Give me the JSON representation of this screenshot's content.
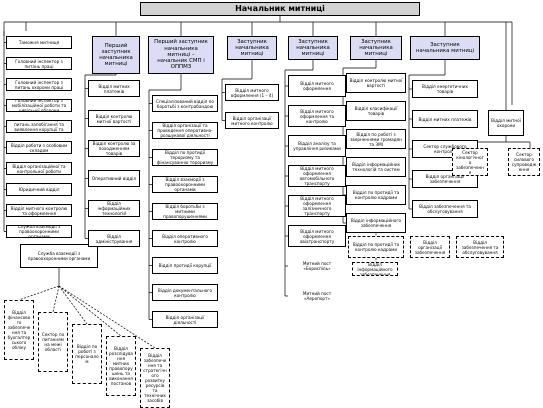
{
  "top": "Начальник митниці",
  "columns": [
    {
      "key": "c0",
      "head": "",
      "items": [
        "Таможня митниця",
        "Головний інспектор з питань праці",
        "Головний інспектор з питань охорони праці",
        "Головний інспектор з мобілізаційної роботи та цивільної оборони",
        "Головний інспектор з питань запобігання та виявлення корупції та фінансового контролю",
        "Відділ роботи з особовим складом",
        "Відділ організаційної та контрольної роботи",
        "Юридичний відділ",
        "Відділ митного контролю та оформлення",
        "Служба взаємодії з правоохоронними органами"
      ],
      "sub": [
        "Відділ фінансового забезпечення та бухгалтерського обліку",
        "Сектор по питанням на межі області",
        "Відділ по роботі з персоналом",
        "Відділ розслідування митних правопорушень та виконання постанов",
        "Відділ забезпечення та стратегічного розвитку ресурсів та технічних засобів"
      ]
    },
    {
      "key": "c1",
      "head": "Перший заступник начальника митниці",
      "items": [
        "Відділ митних платежів",
        "Відділ контролю митної вартості",
        "Відділ контролю за походженням товарів",
        "Оперативний відділ",
        "Відділ інформаційних технологій",
        "Відділ адміністрування"
      ]
    },
    {
      "key": "c2",
      "head": "Перший заступник начальника митниці – начальник СМП і ОППМЗ",
      "items": [
        "Спеціалізований відділ по боротьбі з контрабандою",
        "Відділ організації та проведення оперативно-розшукової діяльності",
        "Відділ по протидії тероризму та фінансуванню тероризму",
        "Відділ взаємодії з правоохоронними органами",
        "Відділ боротьби з митними правопорушеннями",
        "Відділ оперативного контролю",
        "Відділ протидії корупції",
        "Відділ документального контролю",
        "Відділ організації діяльності"
      ]
    },
    {
      "key": "c3",
      "head": "Заступник начальника митниці",
      "items": [
        "Відділ митного оформлення (1 – 4)",
        "Відділ організації митного контролю"
      ]
    },
    {
      "key": "c4",
      "head": "Заступник начальника митниці",
      "items": [
        "Відділ митного оформлення",
        "Відділ митного оформлення та контролю",
        "Відділ аналізу та управління ризиками",
        "Відділ митного оформлення автомобільного транспорту",
        "Відділ митного оформлення залізничного транспорту",
        "Відділ митного оформлення авіатранспорту",
        "Митний пост «Бориспіль»",
        "Митний пост «Аеропорт»"
      ]
    },
    {
      "key": "c5",
      "head": "Заступник начальника митниці",
      "items": [
        "Відділ контролю митної вартості",
        "Відділ класифікації товарів",
        "Відділ по роботі з зверненнями громадян та ЗМІ",
        "Відділ інформаційних технологій та систем",
        "Відділ по протидії та контролю кадрами",
        "Відділ інформаційного забезпечення"
      ]
    },
    {
      "key": "c6",
      "head": "Заступник начальника митниці",
      "items": [
        "Відділ енергетичних товарів",
        "Відділ митних платежів",
        "Сектор службового контролю",
        "Відділ організації забезпечення",
        "Відділ забезпечення та обслуговування"
      ]
    },
    {
      "key": "c7",
      "head": "",
      "items": [
        "Відділ митної охорони",
        "Сектор кінологічного забезпечення",
        "Сектор силового супроводження"
      ]
    }
  ]
}
